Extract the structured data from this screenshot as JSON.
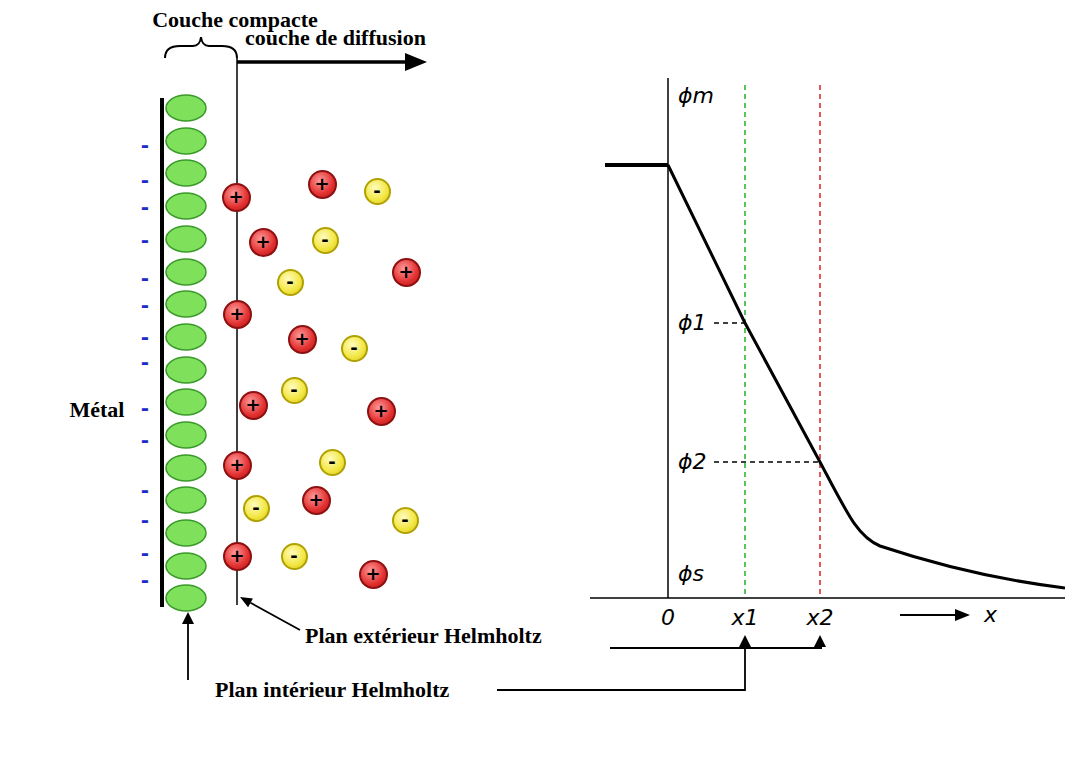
{
  "diagram": {
    "nodes": [
      {
        "text": [
          "+"
        ]
      },
      {
        "text": [
          "+"
        ]
      },
      {
        "text": [
          "-"
        ]
      },
      {
        "text": [
          "+"
        ]
      },
      {
        "text": [
          "-"
        ]
      },
      {
        "text": [
          "-"
        ]
      },
      {
        "text": [
          "+"
        ]
      },
      {
        "text": [
          "+"
        ]
      },
      {
        "text": [
          "+"
        ]
      },
      {
        "text": [
          "-"
        ]
      },
      {
        "text": [
          "-"
        ]
      },
      {
        "text": [
          "+"
        ]
      },
      {
        "text": [
          "+"
        ]
      },
      {
        "text": [
          "+"
        ]
      },
      {
        "text": [
          "-"
        ]
      },
      {
        "text": [
          "+"
        ]
      },
      {
        "text": [
          "-"
        ]
      },
      {
        "text": [
          "-"
        ]
      },
      {
        "text": [
          "+"
        ]
      },
      {
        "text": [
          "-"
        ]
      },
      {
        "text": [
          "+"
        ]
      }
    ],
    "labels": [
      "Couche compacte",
      "couche de diffusion",
      "ϕm",
      "ϕ1",
      "ϕ2",
      "ϕs",
      "0",
      "x1",
      "x2",
      "x",
      "-",
      "-",
      "-",
      "-",
      "-",
      "-",
      "-",
      "-",
      "-",
      "-",
      "-",
      "-",
      "-",
      "-",
      "Métal",
      "Plan extérieur Helmholtz",
      "Plan intérieur Helmholtz"
    ]
  }
}
